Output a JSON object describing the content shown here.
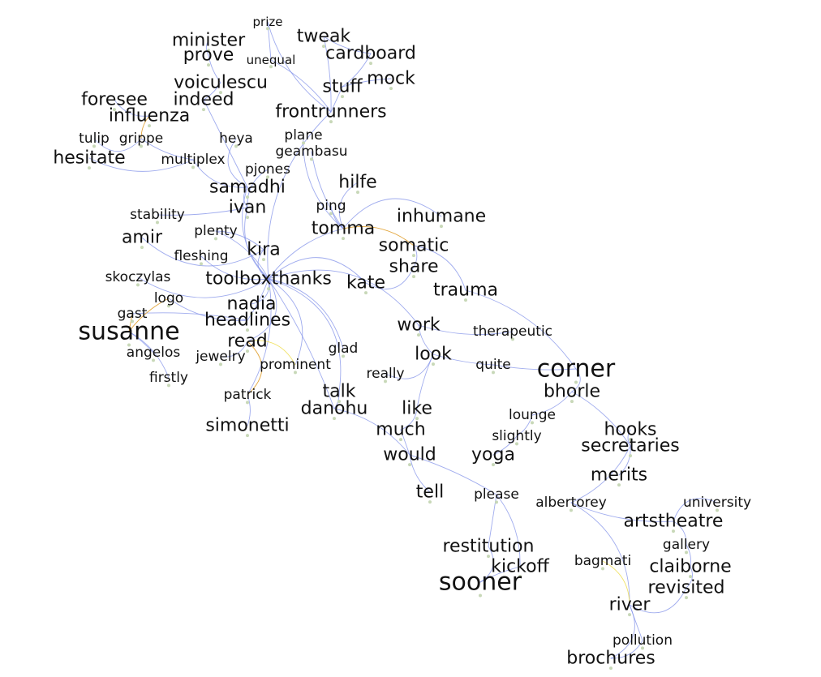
{
  "graph": {
    "colors": {
      "edge_default": "#8090e8",
      "edge_warm": "#e0a030",
      "edge_light": "#f0e060",
      "node_dot": "#c8d8b8",
      "label": "#111111",
      "background": "#ffffff"
    },
    "nodes": [
      {
        "id": "prize",
        "label": "prize",
        "size": "xs"
      },
      {
        "id": "tweak",
        "label": "tweak",
        "size": "m"
      },
      {
        "id": "minister",
        "label": "minister",
        "size": "m"
      },
      {
        "id": "prove",
        "label": "prove",
        "size": "m"
      },
      {
        "id": "unequal",
        "label": "unequal",
        "size": "xs"
      },
      {
        "id": "cardboard",
        "label": "cardboard",
        "size": "m"
      },
      {
        "id": "mock",
        "label": "mock",
        "size": "m"
      },
      {
        "id": "voiculescu",
        "label": "voiculescu",
        "size": "m"
      },
      {
        "id": "stuff",
        "label": "stuff",
        "size": "m"
      },
      {
        "id": "foresee",
        "label": "foresee",
        "size": "m"
      },
      {
        "id": "indeed",
        "label": "indeed",
        "size": "m"
      },
      {
        "id": "frontrunners",
        "label": "frontrunners",
        "size": "m"
      },
      {
        "id": "influenza",
        "label": "influenza",
        "size": "m"
      },
      {
        "id": "plane",
        "label": "plane",
        "size": "s"
      },
      {
        "id": "tulip",
        "label": "tulip",
        "size": "s"
      },
      {
        "id": "grippe",
        "label": "grippe",
        "size": "s"
      },
      {
        "id": "heya",
        "label": "heya",
        "size": "s"
      },
      {
        "id": "geambasu",
        "label": "geambasu",
        "size": "s"
      },
      {
        "id": "hesitate",
        "label": "hesitate",
        "size": "m"
      },
      {
        "id": "multiplex",
        "label": "multiplex",
        "size": "s"
      },
      {
        "id": "pjones",
        "label": "pjones",
        "size": "s"
      },
      {
        "id": "hilfe",
        "label": "hilfe",
        "size": "m"
      },
      {
        "id": "samadhi",
        "label": "samadhi",
        "size": "m"
      },
      {
        "id": "ping",
        "label": "ping",
        "size": "s"
      },
      {
        "id": "ivan",
        "label": "ivan",
        "size": "m"
      },
      {
        "id": "inhumane",
        "label": "inhumane",
        "size": "m"
      },
      {
        "id": "stability",
        "label": "stability",
        "size": "s"
      },
      {
        "id": "tomma",
        "label": "tomma",
        "size": "m"
      },
      {
        "id": "plenty",
        "label": "plenty",
        "size": "s"
      },
      {
        "id": "amir",
        "label": "amir",
        "size": "m"
      },
      {
        "id": "somatic",
        "label": "somatic",
        "size": "m"
      },
      {
        "id": "kira",
        "label": "kira",
        "size": "m"
      },
      {
        "id": "fleshing",
        "label": "fleshing",
        "size": "s"
      },
      {
        "id": "share",
        "label": "share",
        "size": "m"
      },
      {
        "id": "skoczylas",
        "label": "skoczylas",
        "size": "s"
      },
      {
        "id": "toolboxthanks",
        "label": "toolboxthanks",
        "size": "m"
      },
      {
        "id": "kate",
        "label": "kate",
        "size": "m"
      },
      {
        "id": "trauma",
        "label": "trauma",
        "size": "m"
      },
      {
        "id": "logo",
        "label": "logo",
        "size": "s"
      },
      {
        "id": "nadia",
        "label": "nadia",
        "size": "m"
      },
      {
        "id": "gast",
        "label": "gast",
        "size": "s"
      },
      {
        "id": "headlines",
        "label": "headlines",
        "size": "m"
      },
      {
        "id": "susanne",
        "label": "susanne",
        "size": "xl"
      },
      {
        "id": "work",
        "label": "work",
        "size": "m"
      },
      {
        "id": "therapeutic",
        "label": "therapeutic",
        "size": "s"
      },
      {
        "id": "read",
        "label": "read",
        "size": "m"
      },
      {
        "id": "glad",
        "label": "glad",
        "size": "s"
      },
      {
        "id": "angelos",
        "label": "angelos",
        "size": "s"
      },
      {
        "id": "jewelry",
        "label": "jewelry",
        "size": "s"
      },
      {
        "id": "look",
        "label": "look",
        "size": "m"
      },
      {
        "id": "prominent",
        "label": "prominent",
        "size": "s"
      },
      {
        "id": "quite",
        "label": "quite",
        "size": "s"
      },
      {
        "id": "corner",
        "label": "corner",
        "size": "l"
      },
      {
        "id": "really",
        "label": "really",
        "size": "s"
      },
      {
        "id": "firstly",
        "label": "firstly",
        "size": "s"
      },
      {
        "id": "talk",
        "label": "talk",
        "size": "m"
      },
      {
        "id": "bhorle",
        "label": "bhorle",
        "size": "m"
      },
      {
        "id": "patrick",
        "label": "patrick",
        "size": "s"
      },
      {
        "id": "danohu",
        "label": "danohu",
        "size": "m"
      },
      {
        "id": "like",
        "label": "like",
        "size": "m"
      },
      {
        "id": "lounge",
        "label": "lounge",
        "size": "s"
      },
      {
        "id": "simonetti",
        "label": "simonetti",
        "size": "m"
      },
      {
        "id": "much",
        "label": "much",
        "size": "m"
      },
      {
        "id": "hooks",
        "label": "hooks",
        "size": "m"
      },
      {
        "id": "slightly",
        "label": "slightly",
        "size": "s"
      },
      {
        "id": "secretaries",
        "label": "secretaries",
        "size": "m"
      },
      {
        "id": "would",
        "label": "would",
        "size": "m"
      },
      {
        "id": "yoga",
        "label": "yoga",
        "size": "m"
      },
      {
        "id": "merits",
        "label": "merits",
        "size": "m"
      },
      {
        "id": "tell",
        "label": "tell",
        "size": "m"
      },
      {
        "id": "please",
        "label": "please",
        "size": "s"
      },
      {
        "id": "albertorey",
        "label": "albertorey",
        "size": "s"
      },
      {
        "id": "university",
        "label": "university",
        "size": "s"
      },
      {
        "id": "artstheatre",
        "label": "artstheatre",
        "size": "m"
      },
      {
        "id": "restitution",
        "label": "restitution",
        "size": "m"
      },
      {
        "id": "gallery",
        "label": "gallery",
        "size": "s"
      },
      {
        "id": "kickoff",
        "label": "kickoff",
        "size": "m"
      },
      {
        "id": "bagmati",
        "label": "bagmati",
        "size": "s"
      },
      {
        "id": "claiborne",
        "label": "claiborne",
        "size": "m"
      },
      {
        "id": "sooner",
        "label": "sooner",
        "size": "xl"
      },
      {
        "id": "revisited",
        "label": "revisited",
        "size": "m"
      },
      {
        "id": "river",
        "label": "river",
        "size": "m"
      },
      {
        "id": "pollution",
        "label": "pollution",
        "size": "s"
      },
      {
        "id": "brochures",
        "label": "brochures",
        "size": "m"
      }
    ],
    "edges": [
      [
        "toolboxthanks",
        "kira",
        "default"
      ],
      [
        "toolboxthanks",
        "nadia",
        "default"
      ],
      [
        "toolboxthanks",
        "headlines",
        "default"
      ],
      [
        "toolboxthanks",
        "read",
        "default"
      ],
      [
        "toolboxthanks",
        "ivan",
        "default"
      ],
      [
        "toolboxthanks",
        "tomma",
        "default"
      ],
      [
        "toolboxthanks",
        "samadhi",
        "default"
      ],
      [
        "toolboxthanks",
        "prominent",
        "default"
      ],
      [
        "toolboxthanks",
        "talk",
        "default"
      ],
      [
        "toolboxthanks",
        "glad",
        "default"
      ],
      [
        "toolboxthanks",
        "work",
        "default"
      ],
      [
        "toolboxthanks",
        "kate",
        "default"
      ],
      [
        "toolboxthanks",
        "fleshing",
        "default"
      ],
      [
        "toolboxthanks",
        "plenty",
        "default"
      ],
      [
        "toolboxthanks",
        "frontrunners",
        "default"
      ],
      [
        "toolboxthanks",
        "danohu",
        "default"
      ],
      [
        "toolboxthanks",
        "patrick",
        "default"
      ],
      [
        "toolboxthanks",
        "skoczylas",
        "default"
      ],
      [
        "ivan",
        "samadhi",
        "default"
      ],
      [
        "ivan",
        "stability",
        "default"
      ],
      [
        "ivan",
        "pjones",
        "default"
      ],
      [
        "samadhi",
        "heya",
        "default"
      ],
      [
        "samadhi",
        "multiplex",
        "default"
      ],
      [
        "multiplex",
        "grippe",
        "default"
      ],
      [
        "multiplex",
        "hesitate",
        "default"
      ],
      [
        "grippe",
        "influenza",
        "warm"
      ],
      [
        "grippe",
        "tulip",
        "default"
      ],
      [
        "influenza",
        "foresee",
        "default"
      ],
      [
        "samadhi",
        "indeed",
        "default"
      ],
      [
        "indeed",
        "voiculescu",
        "default"
      ],
      [
        "voiculescu",
        "prove",
        "default"
      ],
      [
        "prove",
        "minister",
        "default"
      ],
      [
        "frontrunners",
        "unequal",
        "default"
      ],
      [
        "frontrunners",
        "prize",
        "default"
      ],
      [
        "frontrunners",
        "tweak",
        "default"
      ],
      [
        "frontrunners",
        "stuff",
        "default"
      ],
      [
        "stuff",
        "mock",
        "default"
      ],
      [
        "stuff",
        "cardboard",
        "default"
      ],
      [
        "tweak",
        "cardboard",
        "default"
      ],
      [
        "unequal",
        "prize",
        "default"
      ],
      [
        "tomma",
        "plane",
        "default"
      ],
      [
        "tomma",
        "geambasu",
        "default"
      ],
      [
        "tomma",
        "ping",
        "default"
      ],
      [
        "tomma",
        "hilfe",
        "default"
      ],
      [
        "tomma",
        "inhumane",
        "default"
      ],
      [
        "tomma",
        "somatic",
        "warm"
      ],
      [
        "somatic",
        "share",
        "default"
      ],
      [
        "share",
        "kate",
        "default"
      ],
      [
        "somatic",
        "trauma",
        "default"
      ],
      [
        "trauma",
        "corner",
        "default"
      ],
      [
        "kira",
        "amir",
        "default"
      ],
      [
        "kira",
        "plenty",
        "default"
      ],
      [
        "headlines",
        "logo",
        "default"
      ],
      [
        "headlines",
        "gast",
        "default"
      ],
      [
        "gast",
        "susanne",
        "warm"
      ],
      [
        "logo",
        "susanne",
        "warm"
      ],
      [
        "susanne",
        "angelos",
        "default"
      ],
      [
        "susanne",
        "firstly",
        "default"
      ],
      [
        "read",
        "jewelry",
        "default"
      ],
      [
        "read",
        "prominent",
        "light"
      ],
      [
        "read",
        "patrick",
        "warm"
      ],
      [
        "patrick",
        "simonetti",
        "default"
      ],
      [
        "talk",
        "danohu",
        "default"
      ],
      [
        "danohu",
        "would",
        "default"
      ],
      [
        "work",
        "look",
        "default"
      ],
      [
        "work",
        "therapeutic",
        "default"
      ],
      [
        "look",
        "really",
        "default"
      ],
      [
        "look",
        "like",
        "default"
      ],
      [
        "like",
        "much",
        "default"
      ],
      [
        "much",
        "would",
        "default"
      ],
      [
        "would",
        "tell",
        "default"
      ],
      [
        "look",
        "quite",
        "default"
      ],
      [
        "quite",
        "corner",
        "default"
      ],
      [
        "corner",
        "bhorle",
        "default"
      ],
      [
        "bhorle",
        "lounge",
        "default"
      ],
      [
        "lounge",
        "slightly",
        "default"
      ],
      [
        "slightly",
        "yoga",
        "default"
      ],
      [
        "bhorle",
        "secretaries",
        "default"
      ],
      [
        "secretaries",
        "hooks",
        "default"
      ],
      [
        "secretaries",
        "merits",
        "default"
      ],
      [
        "would",
        "please",
        "default"
      ],
      [
        "please",
        "restitution",
        "default"
      ],
      [
        "please",
        "kickoff",
        "default"
      ],
      [
        "restitution",
        "sooner",
        "default"
      ],
      [
        "kickoff",
        "sooner",
        "default"
      ],
      [
        "albertorey",
        "secretaries",
        "default"
      ],
      [
        "albertorey",
        "artstheatre",
        "default"
      ],
      [
        "artstheatre",
        "university",
        "default"
      ],
      [
        "artstheatre",
        "gallery",
        "default"
      ],
      [
        "gallery",
        "claiborne",
        "default"
      ],
      [
        "claiborne",
        "revisited",
        "default"
      ],
      [
        "albertorey",
        "river",
        "default"
      ],
      [
        "bagmati",
        "river",
        "light"
      ],
      [
        "river",
        "pollution",
        "default"
      ],
      [
        "river",
        "brochures",
        "default"
      ],
      [
        "pollution",
        "brochures",
        "default"
      ],
      [
        "revisited",
        "river",
        "default"
      ]
    ]
  }
}
